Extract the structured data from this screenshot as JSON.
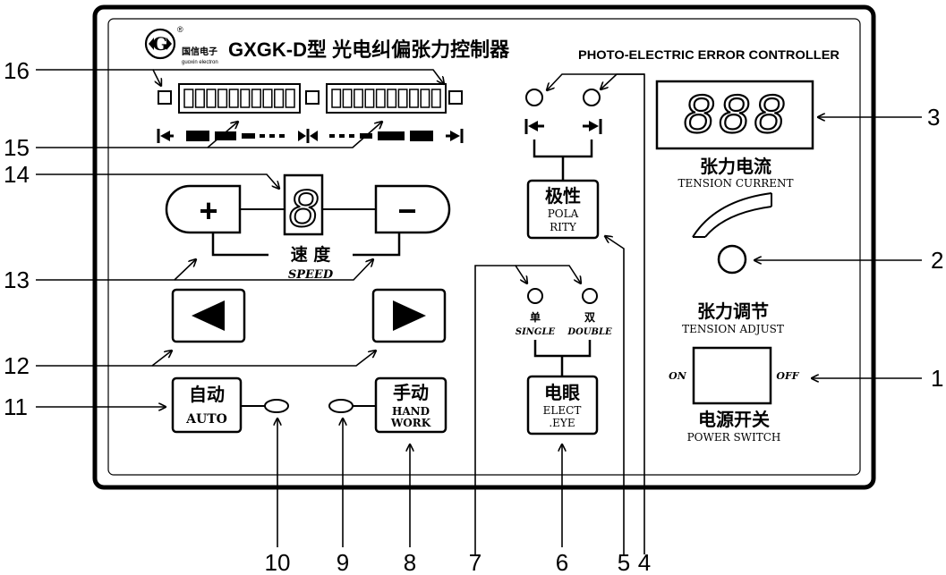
{
  "brand": {
    "registered_mark": "®",
    "logo_letter": "G",
    "company_cn": "国信电子",
    "company_en": "guoxin electron"
  },
  "title": {
    "model_cn": "GXGK-D型 光电纠偏张力控制器",
    "model_en": "PHOTO-ELECTRIC ERROR CONTROLLER"
  },
  "display": {
    "current_digits": "888",
    "speed_digit": "8",
    "current_cn": "张力电流",
    "current_en": "TENSION CURRENT"
  },
  "tension_adjust": {
    "cn": "张力调节",
    "en": "TENSION ADJUST"
  },
  "power": {
    "on": "ON",
    "off": "OFF",
    "cn": "电源开关",
    "en": "POWER SWITCH"
  },
  "speed": {
    "plus": "+",
    "minus": "−",
    "cn": "速 度",
    "en": "SPEED"
  },
  "polarity": {
    "cn": "极性",
    "en_line1": "POLA",
    "en_line2": "RITY"
  },
  "eye_mode": {
    "single_cn": "单",
    "single_en": "SINGLE",
    "double_cn": "双",
    "double_en": "DOUBLE"
  },
  "elect_eye": {
    "cn": "电眼",
    "en_line1": "ELECT",
    "en_line2": ".EYE"
  },
  "auto": {
    "cn": "自动",
    "en": "AUTO"
  },
  "hand": {
    "cn": "手动",
    "en_line1": "HAND",
    "en_line2": "WORK"
  },
  "callouts": {
    "c1": "1",
    "c2": "2",
    "c3": "3",
    "c4": "4",
    "c5": "5",
    "c6": "6",
    "c7": "7",
    "c8": "8",
    "c9": "9",
    "c10": "10",
    "c11": "11",
    "c12": "12",
    "c13": "13",
    "c14": "14",
    "c15": "15",
    "c16": "16"
  },
  "colors": {
    "ink": "#000000",
    "paper": "#ffffff"
  }
}
